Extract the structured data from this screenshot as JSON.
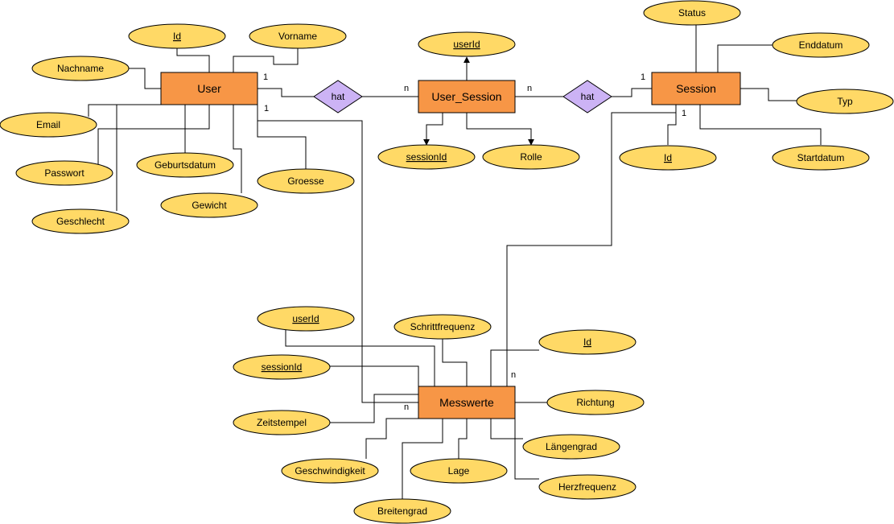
{
  "entities": {
    "user": "User",
    "user_session": "User_Session",
    "session": "Session",
    "messwerte": "Messwerte"
  },
  "relationships": {
    "user_has": "hat",
    "session_has": "hat"
  },
  "attributes": {
    "user_id": "Id",
    "user_vorname": "Vorname",
    "user_nachname": "Nachname",
    "user_email": "Email",
    "user_passwort": "Passwort",
    "user_geburtsdatum": "Geburtsdatum",
    "user_gewicht": "Gewicht",
    "user_geschlecht": "Geschlecht",
    "user_groesse": "Groesse",
    "us_userid": "userId",
    "us_sessionid": "sessionId",
    "us_rolle": "Rolle",
    "session_status": "Status",
    "session_enddatum": "Enddatum",
    "session_typ": "Typ",
    "session_id": "Id",
    "session_startdatum": "Startdatum",
    "mw_userid": "userId",
    "mw_sessionid": "sessionId",
    "mw_zeitstempel": "Zeitstempel",
    "mw_schrittfrequenz": "Schrittfrequenz",
    "mw_id": "Id",
    "mw_richtung": "Richtung",
    "mw_laengengrad": "Längengrad",
    "mw_herzfrequenz": "Herzfrequenz",
    "mw_geschwindigkeit": "Geschwindigkeit",
    "mw_lage": "Lage",
    "mw_breitengrad": "Breitengrad"
  },
  "cardinalities": {
    "user_hat": "1",
    "hat_user_session": "n",
    "user_session_hat": "n",
    "hat_session": "1",
    "user_messwerte": "1",
    "messwerte_user": "n",
    "session_messwerte": "1",
    "messwerte_session": "n"
  },
  "colors": {
    "entity_fill": "#F79646",
    "attribute_fill": "#FFD966",
    "relationship_fill": "#CCB3F5",
    "line": "#000000"
  }
}
